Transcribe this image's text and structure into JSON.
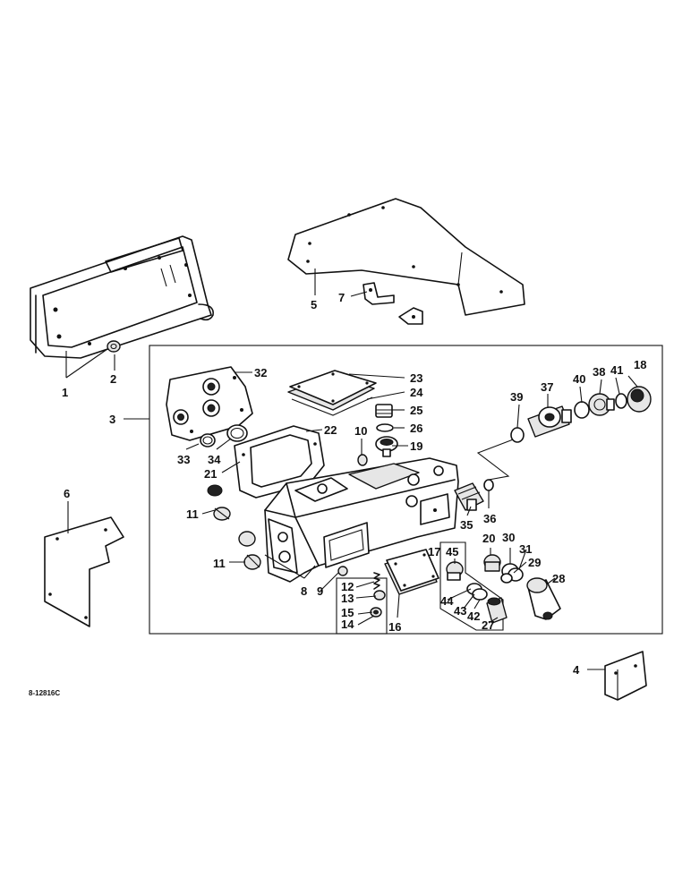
{
  "figure_ref": "8-12816C",
  "callouts": [
    "1",
    "2",
    "3",
    "4",
    "5",
    "6",
    "7",
    "8",
    "9",
    "10",
    "11",
    "11",
    "12",
    "13",
    "14",
    "15",
    "16",
    "17",
    "18",
    "19",
    "20",
    "21",
    "22",
    "23",
    "24",
    "25",
    "26",
    "27",
    "28",
    "29",
    "30",
    "31",
    "32",
    "33",
    "34",
    "35",
    "36",
    "37",
    "38",
    "39",
    "40",
    "41",
    "42",
    "43",
    "44",
    "45"
  ]
}
